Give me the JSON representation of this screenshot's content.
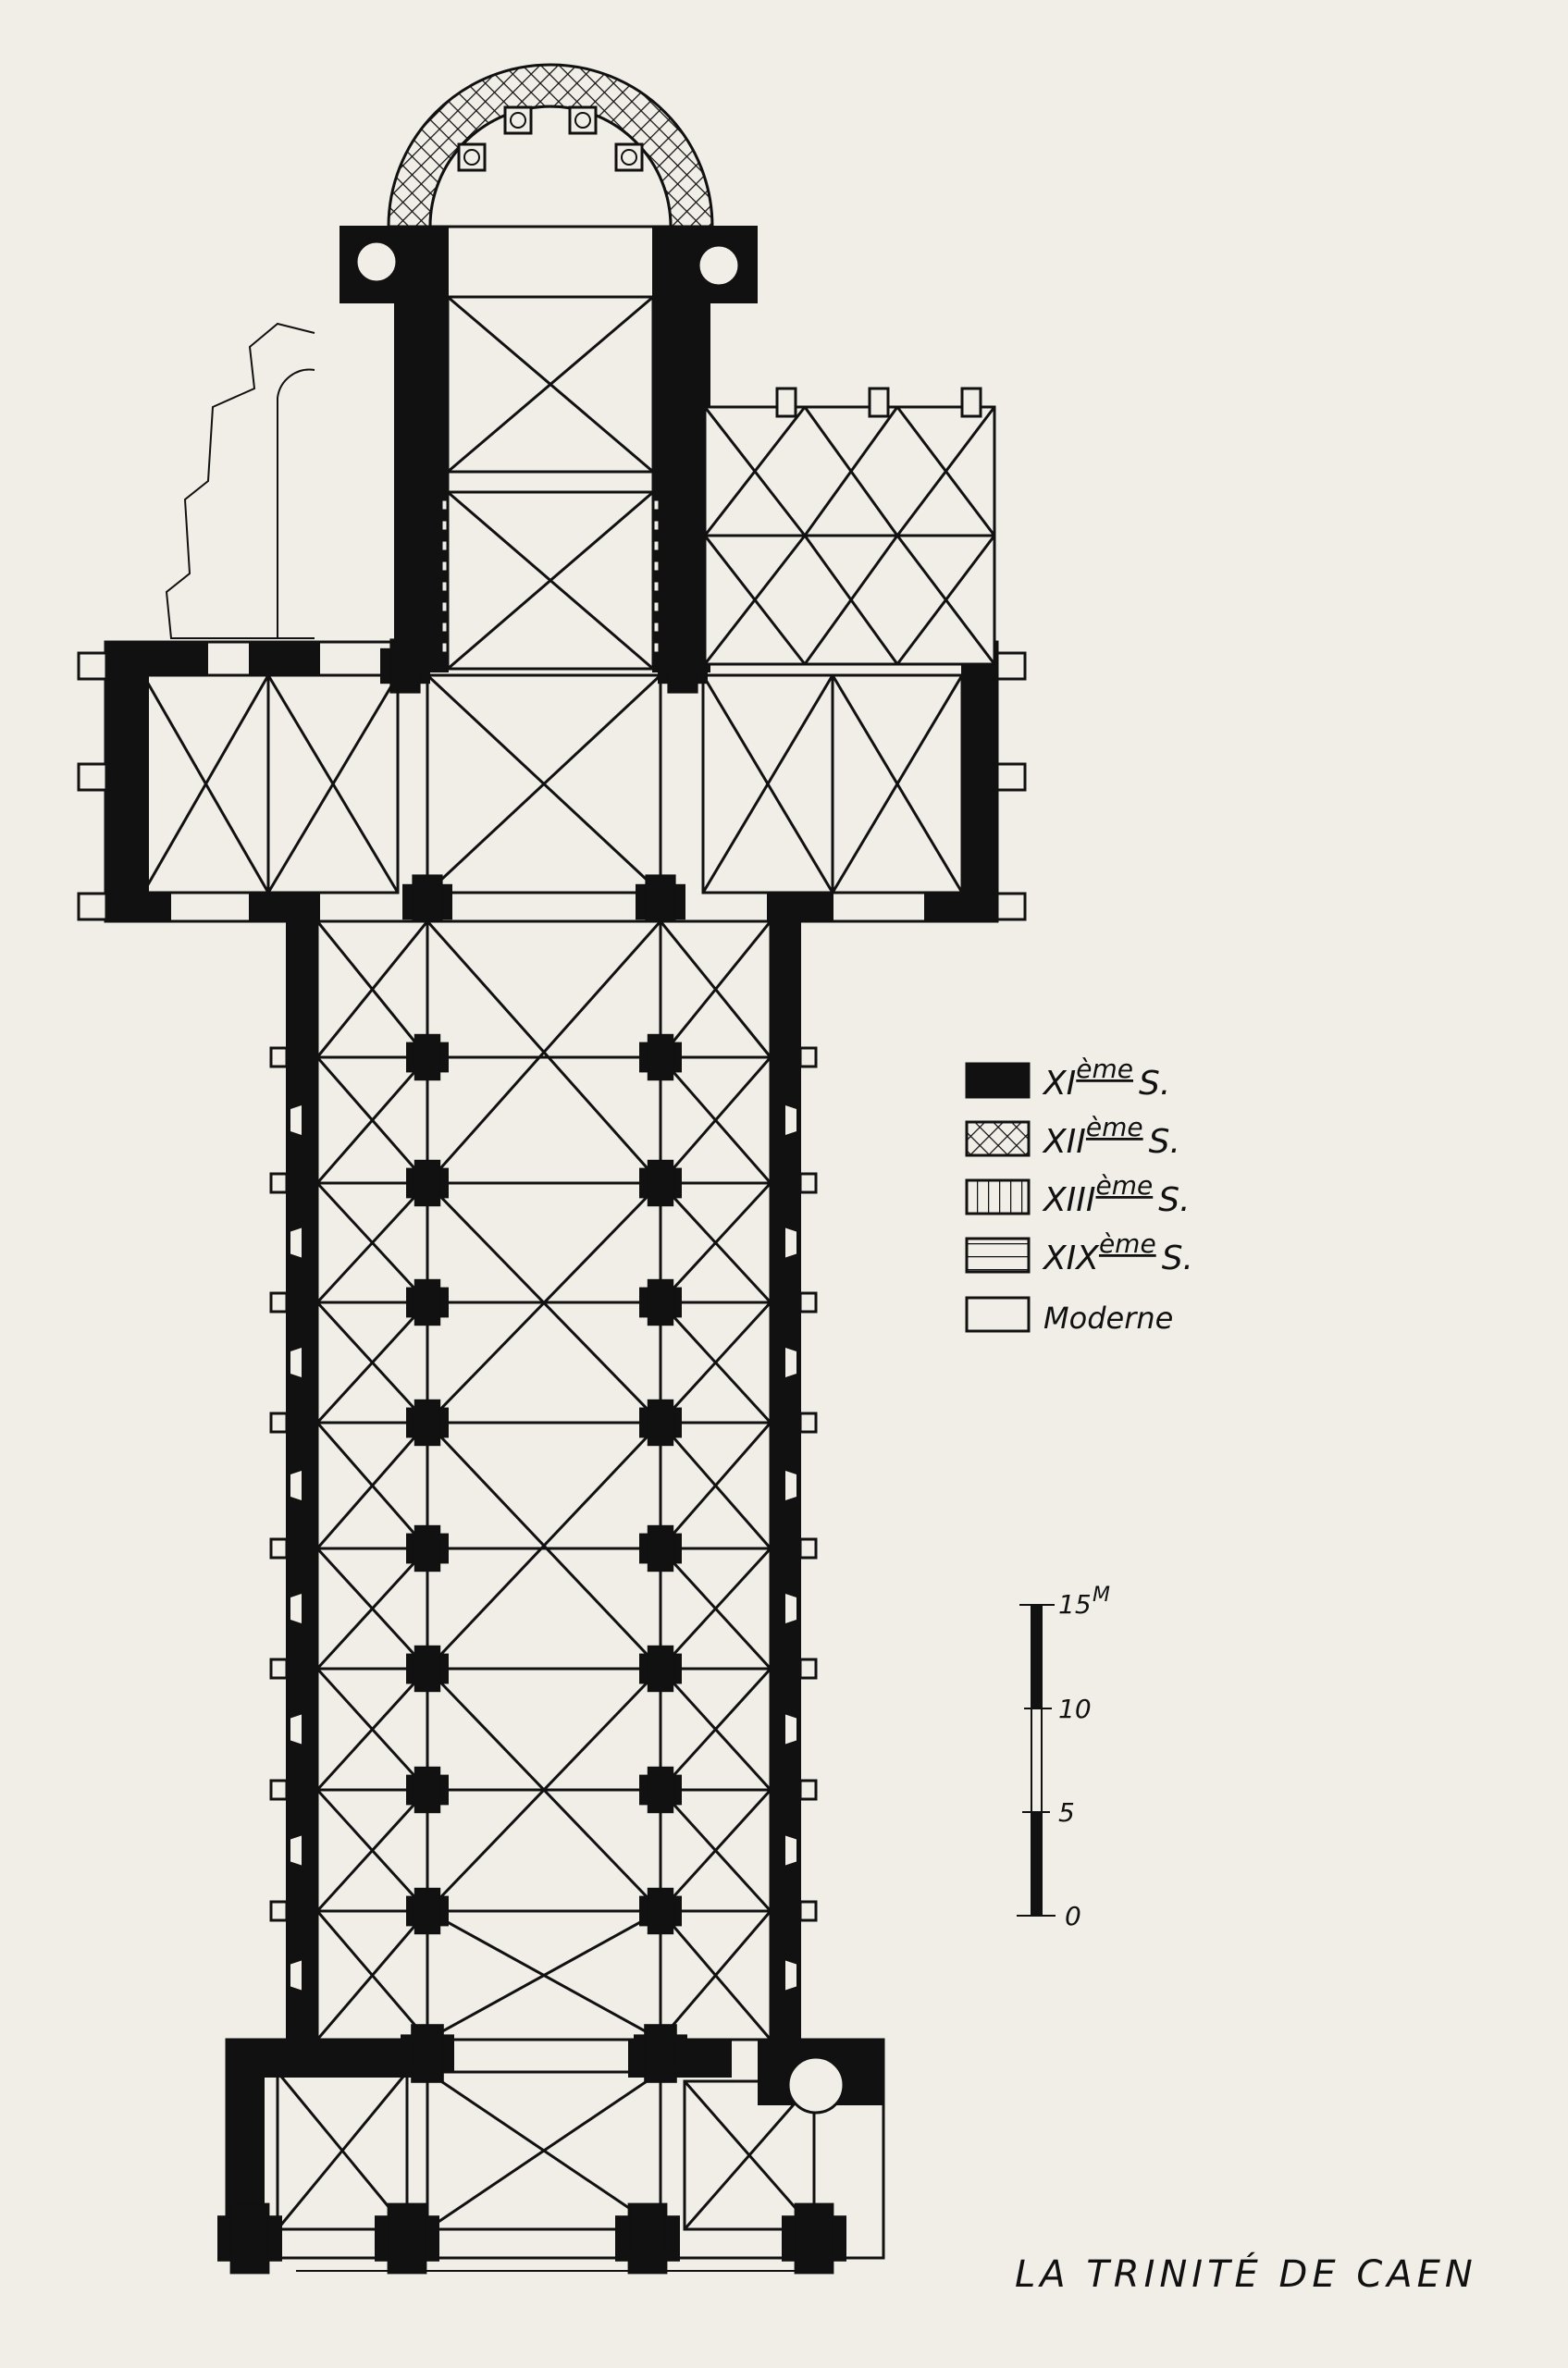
{
  "title": "LA TRINITÉ DE CAEN",
  "legend": [
    {
      "period": "XI",
      "suffix": "ème",
      "tail": "S.",
      "pattern": "solid-black"
    },
    {
      "period": "XII",
      "suffix": "ème",
      "tail": "S.",
      "pattern": "crosshatch"
    },
    {
      "period": "XIII",
      "suffix": "ème",
      "tail": "S.",
      "pattern": "vertical-lines"
    },
    {
      "period": "XIX",
      "suffix": "ème",
      "tail": "S.",
      "pattern": "horizontal-lines"
    },
    {
      "period": "Moderne",
      "suffix": "",
      "tail": "",
      "pattern": "empty"
    }
  ],
  "scale_bar": {
    "unit": "M",
    "ticks": [
      "0",
      "5",
      "10",
      "15"
    ]
  },
  "colors": {
    "ink": "#111111",
    "paper": "#f1eee8"
  }
}
